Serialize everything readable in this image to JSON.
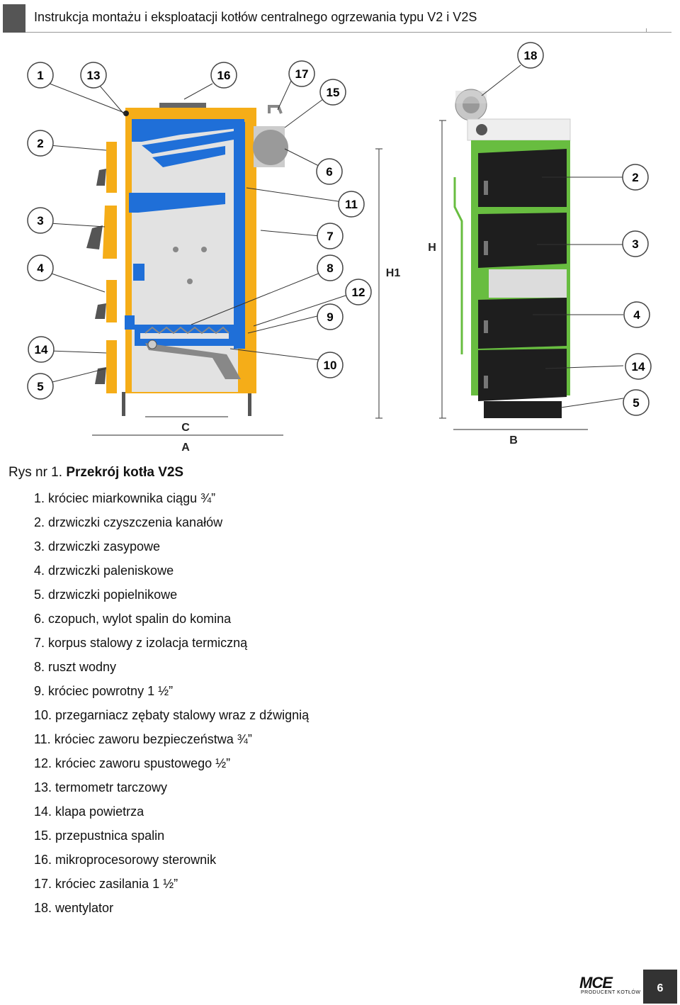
{
  "header": {
    "title": "Instrukcja montażu i eksploatacji kotłów centralnego ogrzewania typu V2 i V2S"
  },
  "figure": {
    "callouts_section": [
      "1",
      "13",
      "16",
      "17",
      "15",
      "2",
      "6",
      "11",
      "3",
      "7",
      "4",
      "8",
      "12",
      "9",
      "14",
      "10",
      "5"
    ],
    "callouts_photo": [
      "18",
      "2",
      "3",
      "4",
      "14",
      "5"
    ],
    "dim_labels": {
      "c": "C",
      "a": "A",
      "h1": "H1",
      "h": "H",
      "b": "B"
    },
    "colors": {
      "insulation": "#f5ad18",
      "water_jacket": "#1f6fd8",
      "casing_green": "#68bd40",
      "door": "#1e1e1e",
      "steel_grey": "#e0e0e0"
    }
  },
  "caption": {
    "prefix": "Rys nr 1.",
    "title": "Przekrój kotła V2S"
  },
  "legend": [
    "1. króciec miarkownika ciągu ¾”",
    "2. drzwiczki czyszczenia kanałów",
    "3. drzwiczki zasypowe",
    "4. drzwiczki paleniskowe",
    "5. drzwiczki popielnikowe",
    "6. czopuch, wylot spalin do komina",
    "7. korpus stalowy z izolacja termiczną",
    "8.  ruszt wodny",
    "9. króciec powrotny 1 ½”",
    "10.  przegarniacz zębaty stalowy wraz z dźwignią",
    "11.  króciec zaworu bezpieczeństwa ¾”",
    "12.  króciec zaworu spustowego ½”",
    "13.  termometr tarczowy",
    "14.  klapa powietrza",
    "15.  przepustnica spalin",
    "16.  mikroprocesorowy sterownik",
    "17.  króciec zasilania 1 ½”",
    "18.  wentylator"
  ],
  "footer": {
    "logo": "MCE",
    "logo_sub": "PRODUCENT KOTŁÓW",
    "page": "6"
  }
}
